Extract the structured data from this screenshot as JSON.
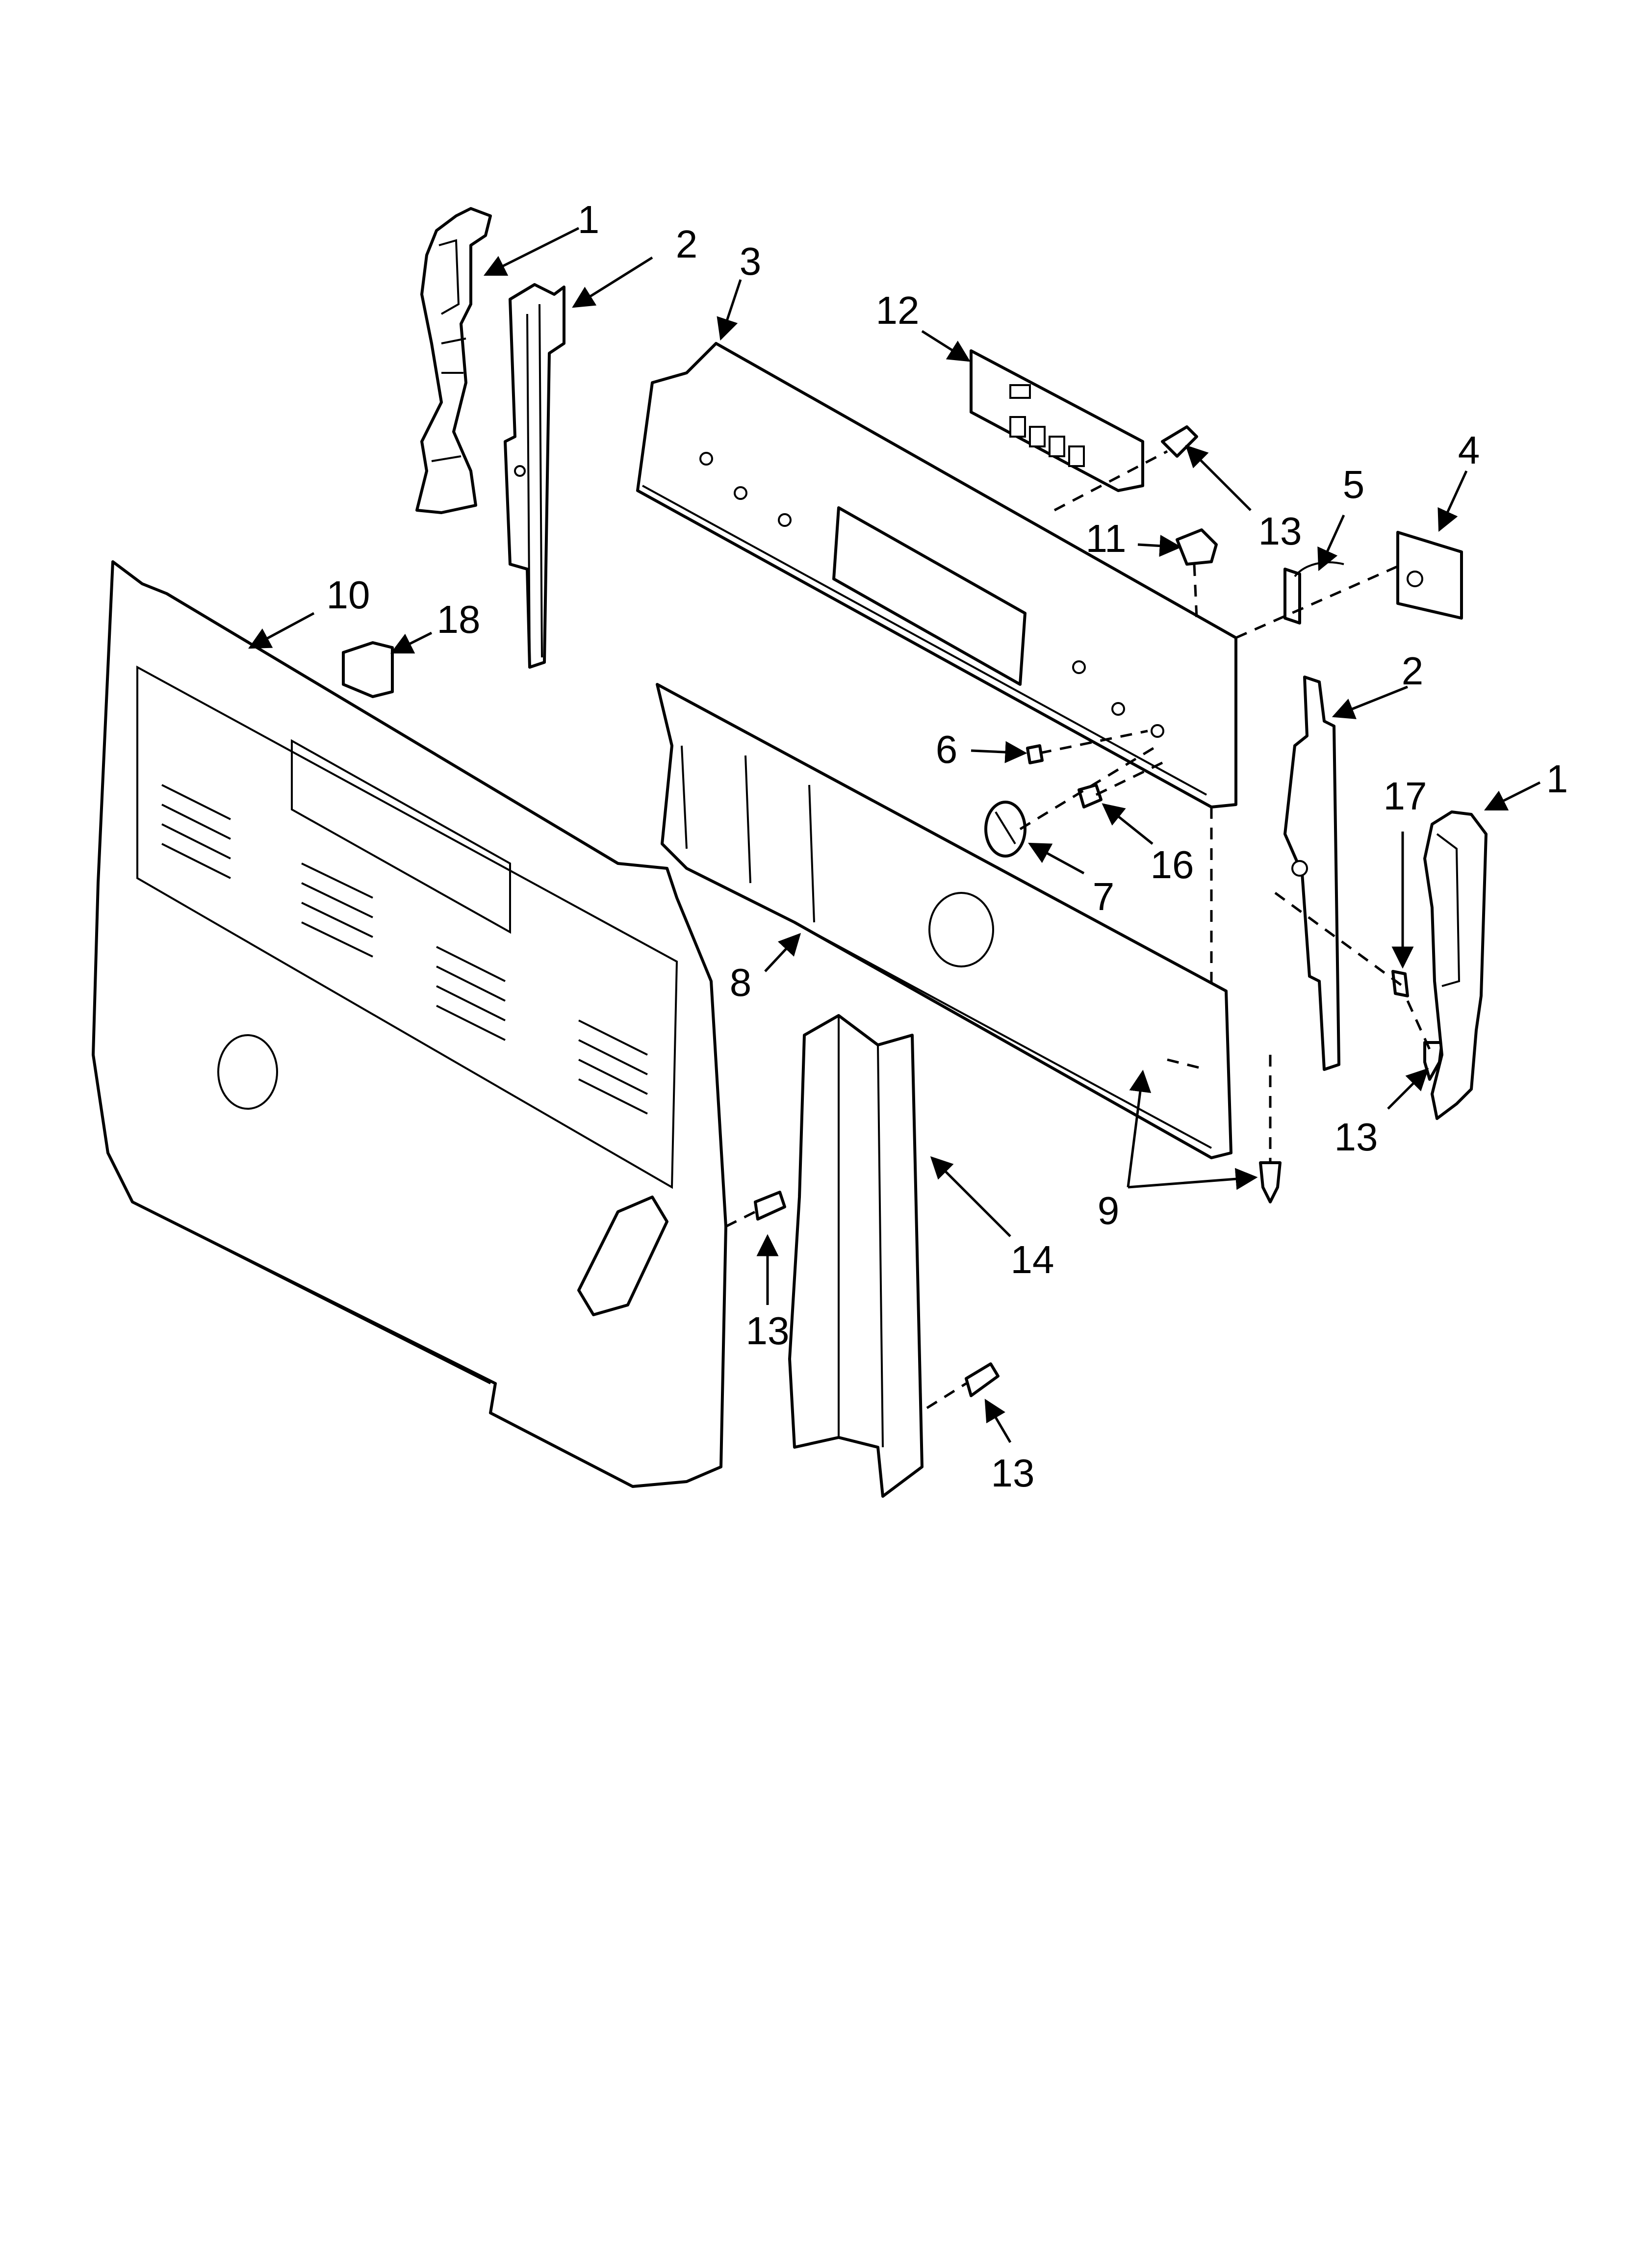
{
  "diagram": {
    "type": "exploded-parts-view",
    "callouts": [
      {
        "id": "c1a",
        "label": "1"
      },
      {
        "id": "c2a",
        "label": "2"
      },
      {
        "id": "c3",
        "label": "3"
      },
      {
        "id": "c12",
        "label": "12"
      },
      {
        "id": "c13a",
        "label": "13"
      },
      {
        "id": "c5",
        "label": "5"
      },
      {
        "id": "c4",
        "label": "4"
      },
      {
        "id": "c11",
        "label": "11"
      },
      {
        "id": "c10",
        "label": "10"
      },
      {
        "id": "c18",
        "label": "18"
      },
      {
        "id": "c2b",
        "label": "2"
      },
      {
        "id": "c1b",
        "label": "1"
      },
      {
        "id": "c17",
        "label": "17"
      },
      {
        "id": "c6",
        "label": "6"
      },
      {
        "id": "c16",
        "label": "16"
      },
      {
        "id": "c7",
        "label": "7"
      },
      {
        "id": "c8",
        "label": "8"
      },
      {
        "id": "c13b",
        "label": "13"
      },
      {
        "id": "c9",
        "label": "9"
      },
      {
        "id": "c14",
        "label": "14"
      },
      {
        "id": "c13c",
        "label": "13"
      },
      {
        "id": "c13d",
        "label": "13"
      }
    ]
  }
}
